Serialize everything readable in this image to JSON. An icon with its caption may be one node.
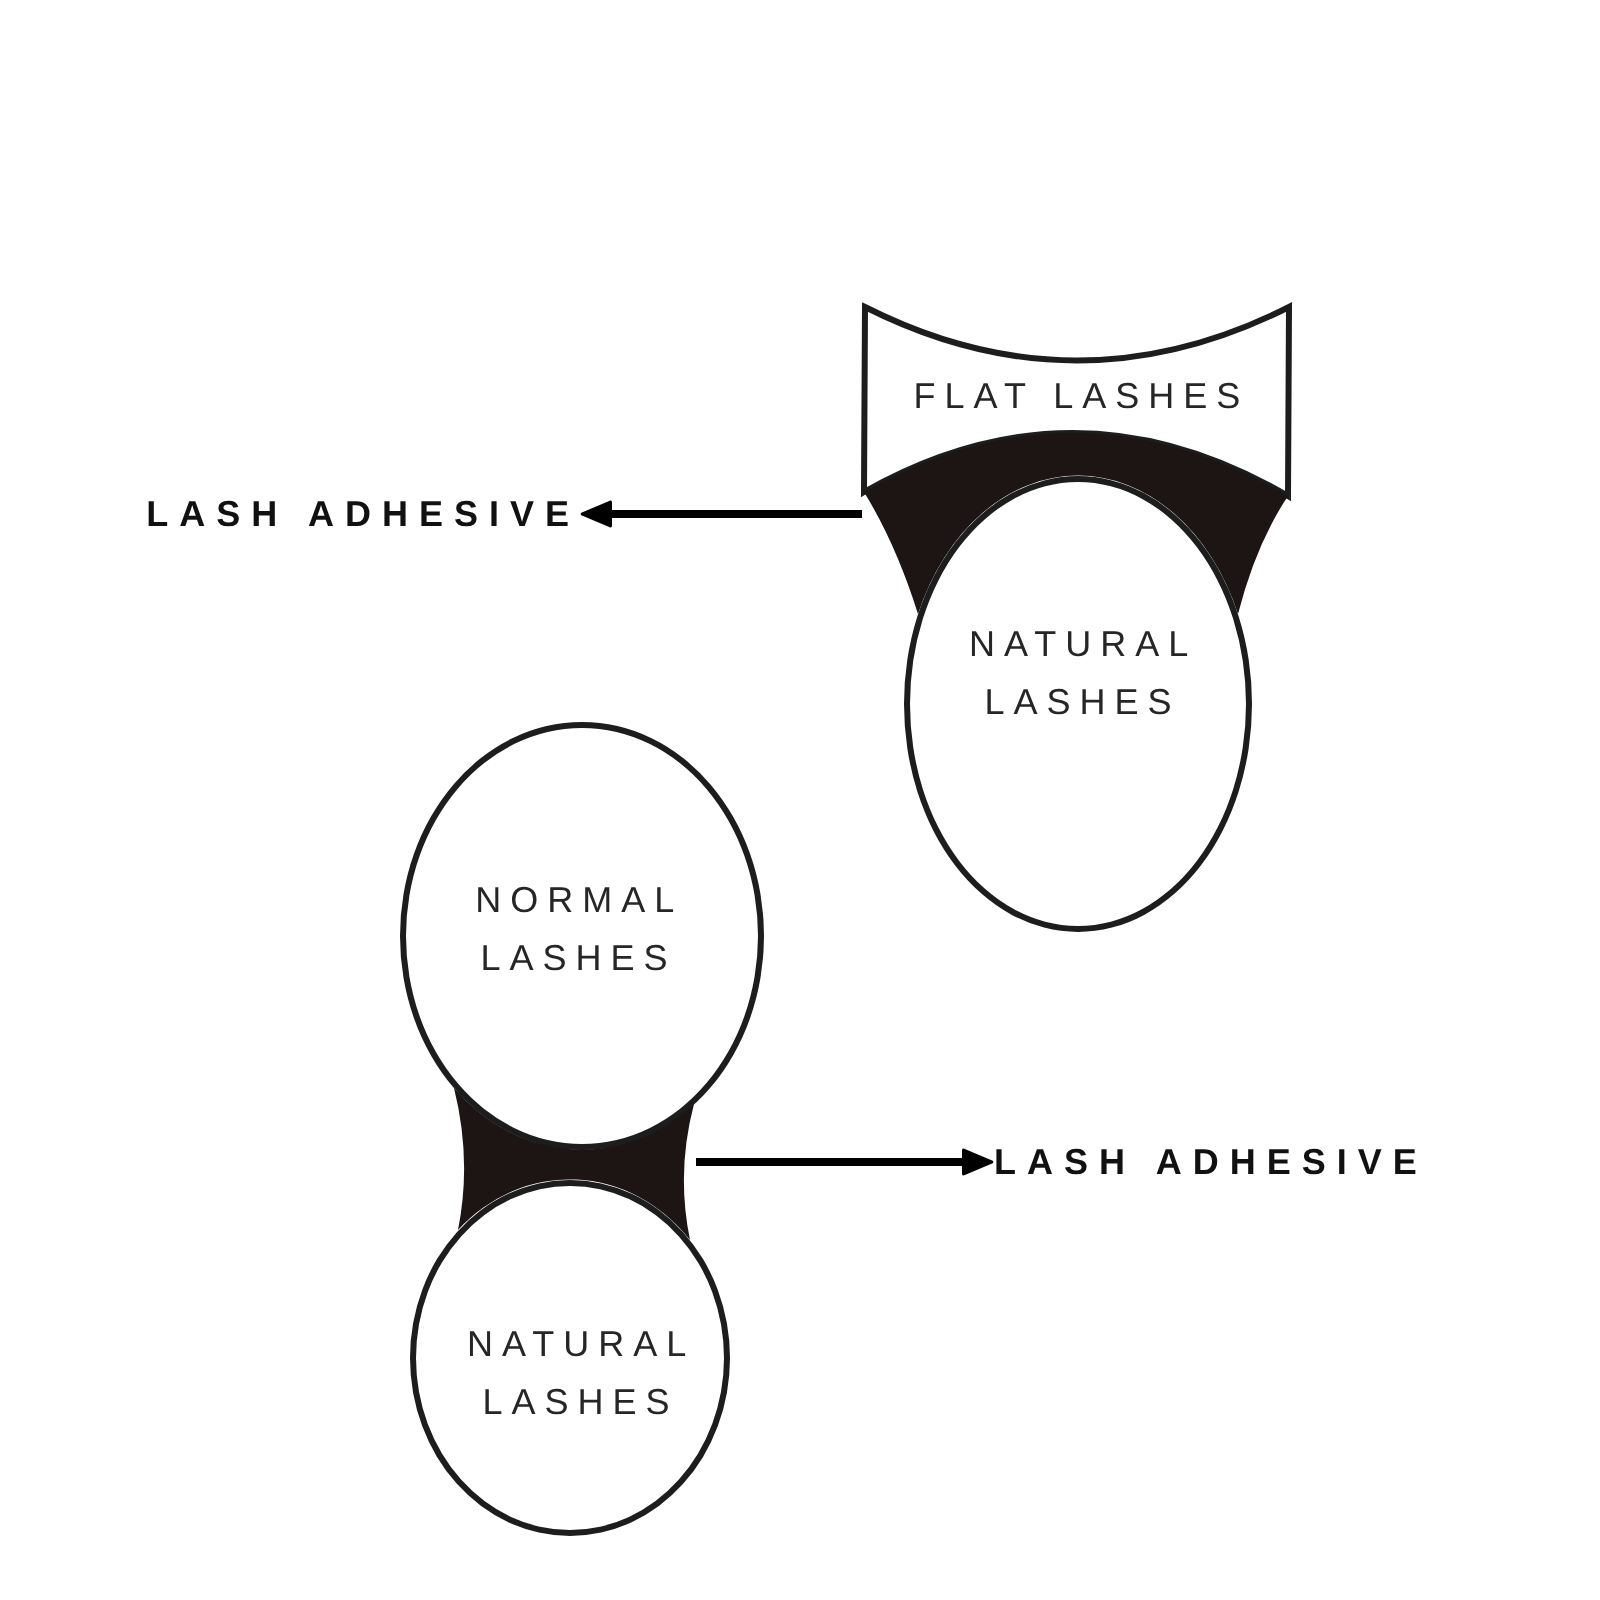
{
  "diagram": {
    "nodes": [
      {
        "text": [
          "FLAT LASHES"
        ]
      },
      {
        "text": [
          "LASH ADHESIVE"
        ]
      },
      {
        "text": [],
        "shape": "blob"
      },
      {
        "text": [
          "NATURAL LASHES"
        ]
      },
      {
        "text": [
          "NORMAL LASHES"
        ]
      },
      {
        "text": [],
        "shape": "blob"
      },
      {
        "text": [
          "NATURAL LASHES"
        ]
      },
      {
        "text": [
          "LASH ADHESIVE"
        ]
      }
    ],
    "edges": [
      {
        "from": 2,
        "to": 1,
        "arrow": "to"
      },
      {
        "from": 5,
        "to": 7,
        "arrow": "to"
      }
    ]
  }
}
